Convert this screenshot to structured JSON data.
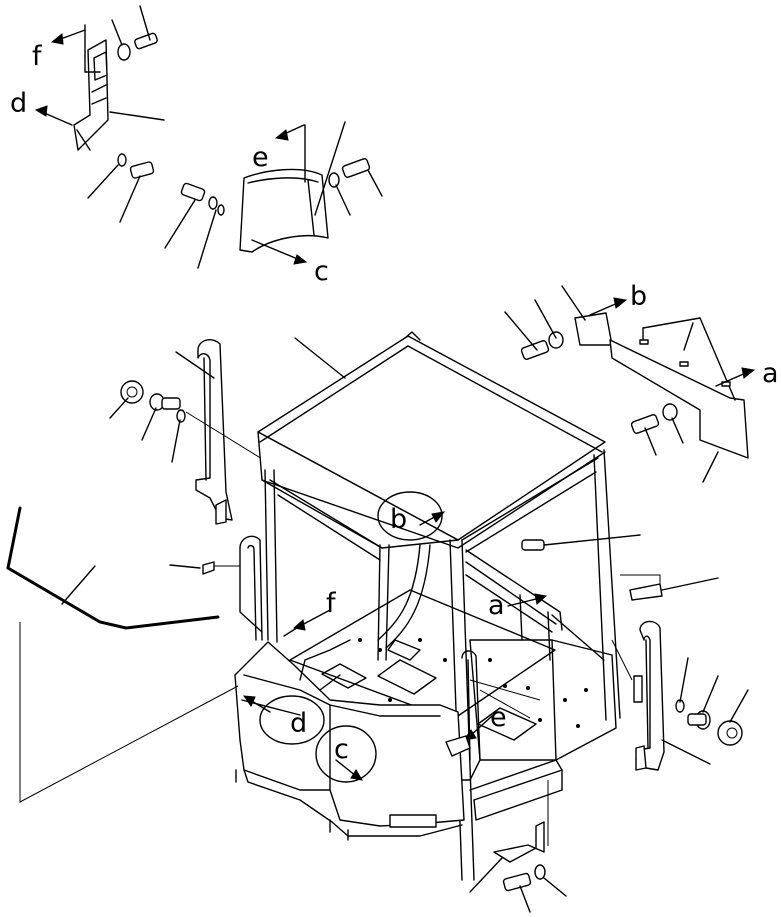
{
  "callouts": {
    "a_top": "a",
    "a_mid": "a",
    "b_top": "b",
    "b_mid": "b",
    "c_top": "c",
    "c_mid": "c",
    "d_top": "d",
    "d_mid": "d",
    "e_top": "e",
    "e_mid": "e",
    "f_top": "f",
    "f_mid": "f"
  },
  "colors": {
    "ink": "#000000",
    "paper": "#ffffff"
  }
}
